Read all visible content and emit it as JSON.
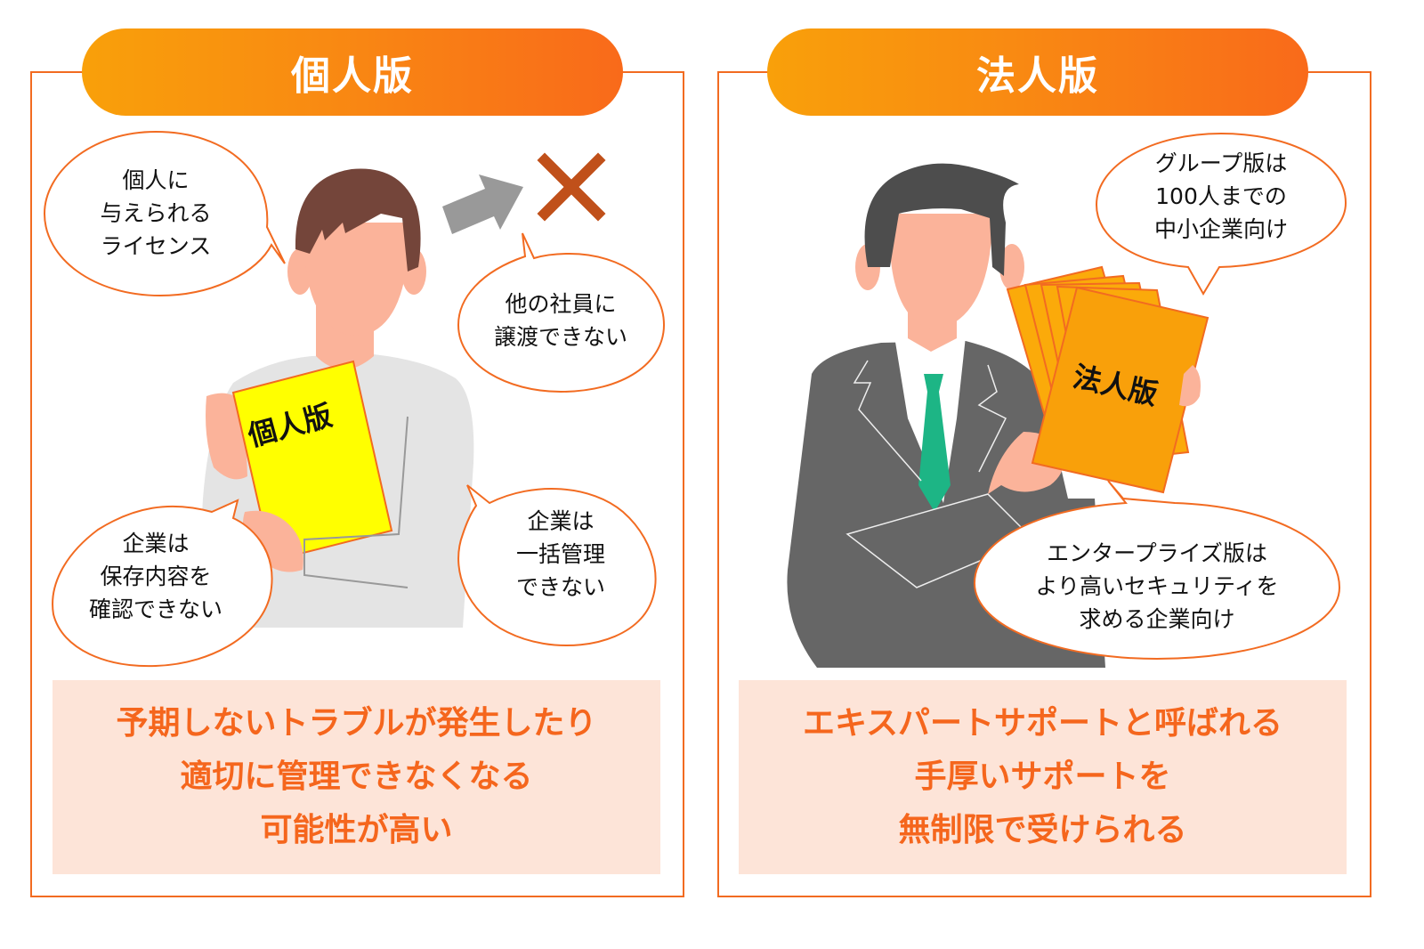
{
  "colors": {
    "accent_orange": "#f26b21",
    "pill_gradient_start": "#f9a00a",
    "pill_gradient_end": "#f96a1a",
    "summary_bg": "#fde4d8",
    "summary_text": "#f5661d",
    "personal_book": "#ffff00",
    "corporate_book": "#f9a00a",
    "cross_mark": "#c0501a",
    "arrow_gray": "#999999",
    "suit_gray": "#666666",
    "tie_green": "#1db585",
    "hair_brown": "#74453a",
    "skin": "#fbb39a"
  },
  "left_panel": {
    "title": "個人版",
    "book_label": "個人版",
    "bubbles": [
      {
        "lines": [
          "個人に",
          "与えられる",
          "ライセンス"
        ]
      },
      {
        "lines": [
          "他の社員に",
          "譲渡できない"
        ]
      },
      {
        "lines": [
          "企業は",
          "保存内容を",
          "確認できない"
        ]
      },
      {
        "lines": [
          "企業は",
          "一括管理",
          "できない"
        ]
      }
    ],
    "icons": [
      "arrow-right-icon",
      "cross-mark-icon"
    ],
    "summary": {
      "lines": [
        "予期しないトラブルが発生したり",
        "適切に管理できなくなる",
        "可能性が高い"
      ]
    }
  },
  "right_panel": {
    "title": "法人版",
    "book_label": "法人版",
    "bubbles": [
      {
        "lines": [
          "グループ版は",
          "100人までの",
          "中小企業向け"
        ]
      },
      {
        "lines": [
          "エンタープライズ版は",
          "より高いセキュリティを",
          "求める企業向け"
        ]
      }
    ],
    "summary": {
      "lines": [
        "エキスパートサポートと呼ばれる",
        "手厚いサポートを",
        "無制限で受けられる"
      ]
    }
  }
}
